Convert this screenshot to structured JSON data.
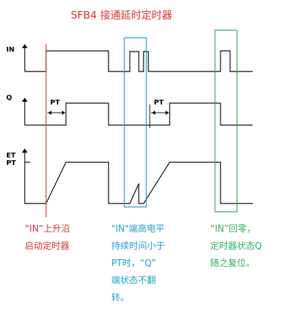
{
  "title": "SFB4 接通延时定时器",
  "signals": {
    "in_label": "IN",
    "q_label": "Q",
    "et_label": "ET",
    "pt_label": "PT"
  },
  "pt_marks": [
    "PT",
    "PT"
  ],
  "notes": {
    "red": "“IN”上升沿\n启动定时器",
    "blue": "\"IN\"端高电平\n持续时间小于\nPT时，“Q”\n端状态不翻\n转。",
    "green": "“IN”回零，\n定时器状态Q\n随之复位。"
  },
  "colors": {
    "red": "#e03030",
    "blue": "#1f9fd0",
    "green": "#2db060",
    "waveform": "#000000"
  }
}
